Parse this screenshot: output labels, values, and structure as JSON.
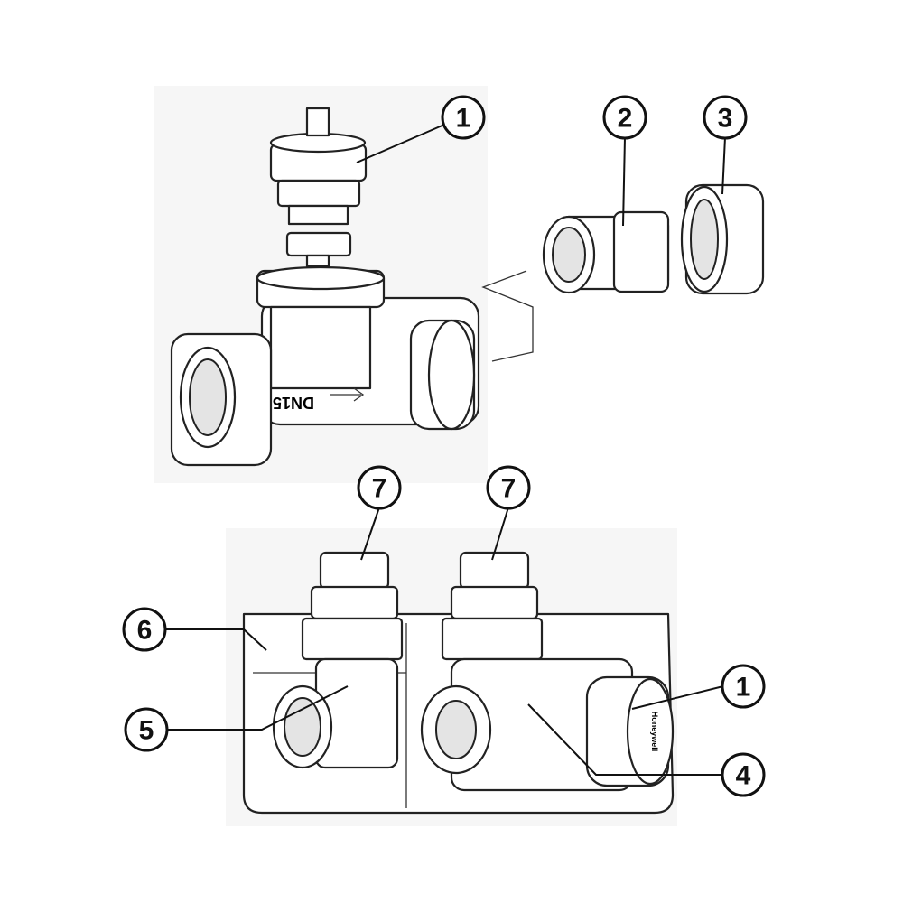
{
  "diagram": {
    "valve_marking": "DN15",
    "knob_brand": "Honeywell",
    "callouts": [
      {
        "label": "1"
      },
      {
        "label": "2"
      },
      {
        "label": "3"
      },
      {
        "label": "7"
      },
      {
        "label": "7"
      },
      {
        "label": "6"
      },
      {
        "label": "5"
      },
      {
        "label": "1"
      },
      {
        "label": "4"
      }
    ]
  }
}
